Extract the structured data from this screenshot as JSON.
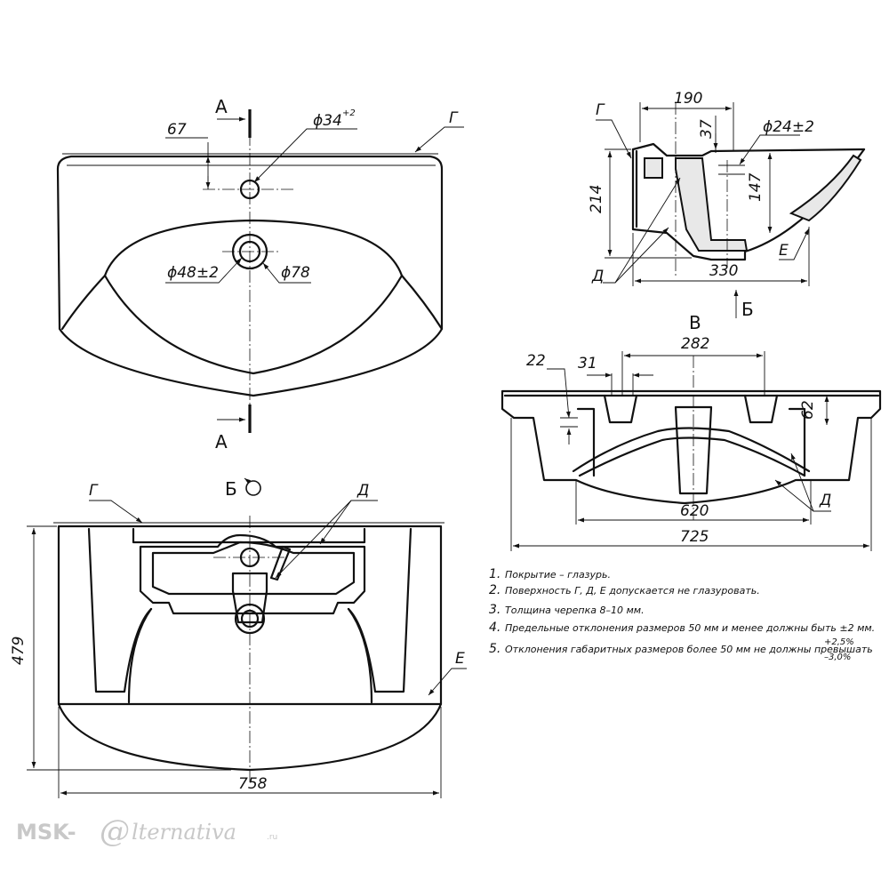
{
  "views": {
    "top": {
      "dims": {
        "hole_offset": "67",
        "hole_dia": "ϕ34",
        "hole_tol": "+2",
        "drain_dia": "ϕ48±2",
        "drain_outer": "ϕ78"
      },
      "section_mark": "А",
      "surface_g": "Г"
    },
    "section_aa": {
      "dims": {
        "depth": "190",
        "rim": "37",
        "overflow_dia": "ϕ24±2",
        "height": "214",
        "inner_height": "147",
        "length": "330"
      },
      "surface_g": "Г",
      "surface_d": "Д",
      "surface_e": "Е",
      "view_b_arrow": "Б"
    },
    "view_v": {
      "label": "В",
      "dims": {
        "span": "282",
        "wall": "22",
        "gap": "31",
        "lip": "62",
        "inner_width": "620",
        "overall_width": "725"
      },
      "surface_d": "Д"
    },
    "view_b": {
      "label": "Б",
      "dims": {
        "depth": "479",
        "width": "758"
      },
      "surface_g": "Г",
      "surface_d": "Д",
      "surface_e": "Е"
    }
  },
  "notes": [
    {
      "num": "1.",
      "text": "Покрытие – глазурь."
    },
    {
      "num": "2.",
      "text": "Поверхность Г, Д, Е допускается не глазуровать."
    },
    {
      "num": "3.",
      "text": "Толщина черепка 8–10 мм."
    },
    {
      "num": "4.",
      "text": "Предельные отклонения размеров 50 мм и менее должны быть ±2  мм."
    },
    {
      "num": "5.",
      "text": "Отклонения габаритных размеров более 50 мм не должны превышать"
    }
  ],
  "tolerance_plus": "+2,5%",
  "tolerance_minus": "–3,0%",
  "watermark": {
    "brand": "MSK-",
    "at": "@",
    "rest": "lternativa",
    "tld": ".ru"
  }
}
